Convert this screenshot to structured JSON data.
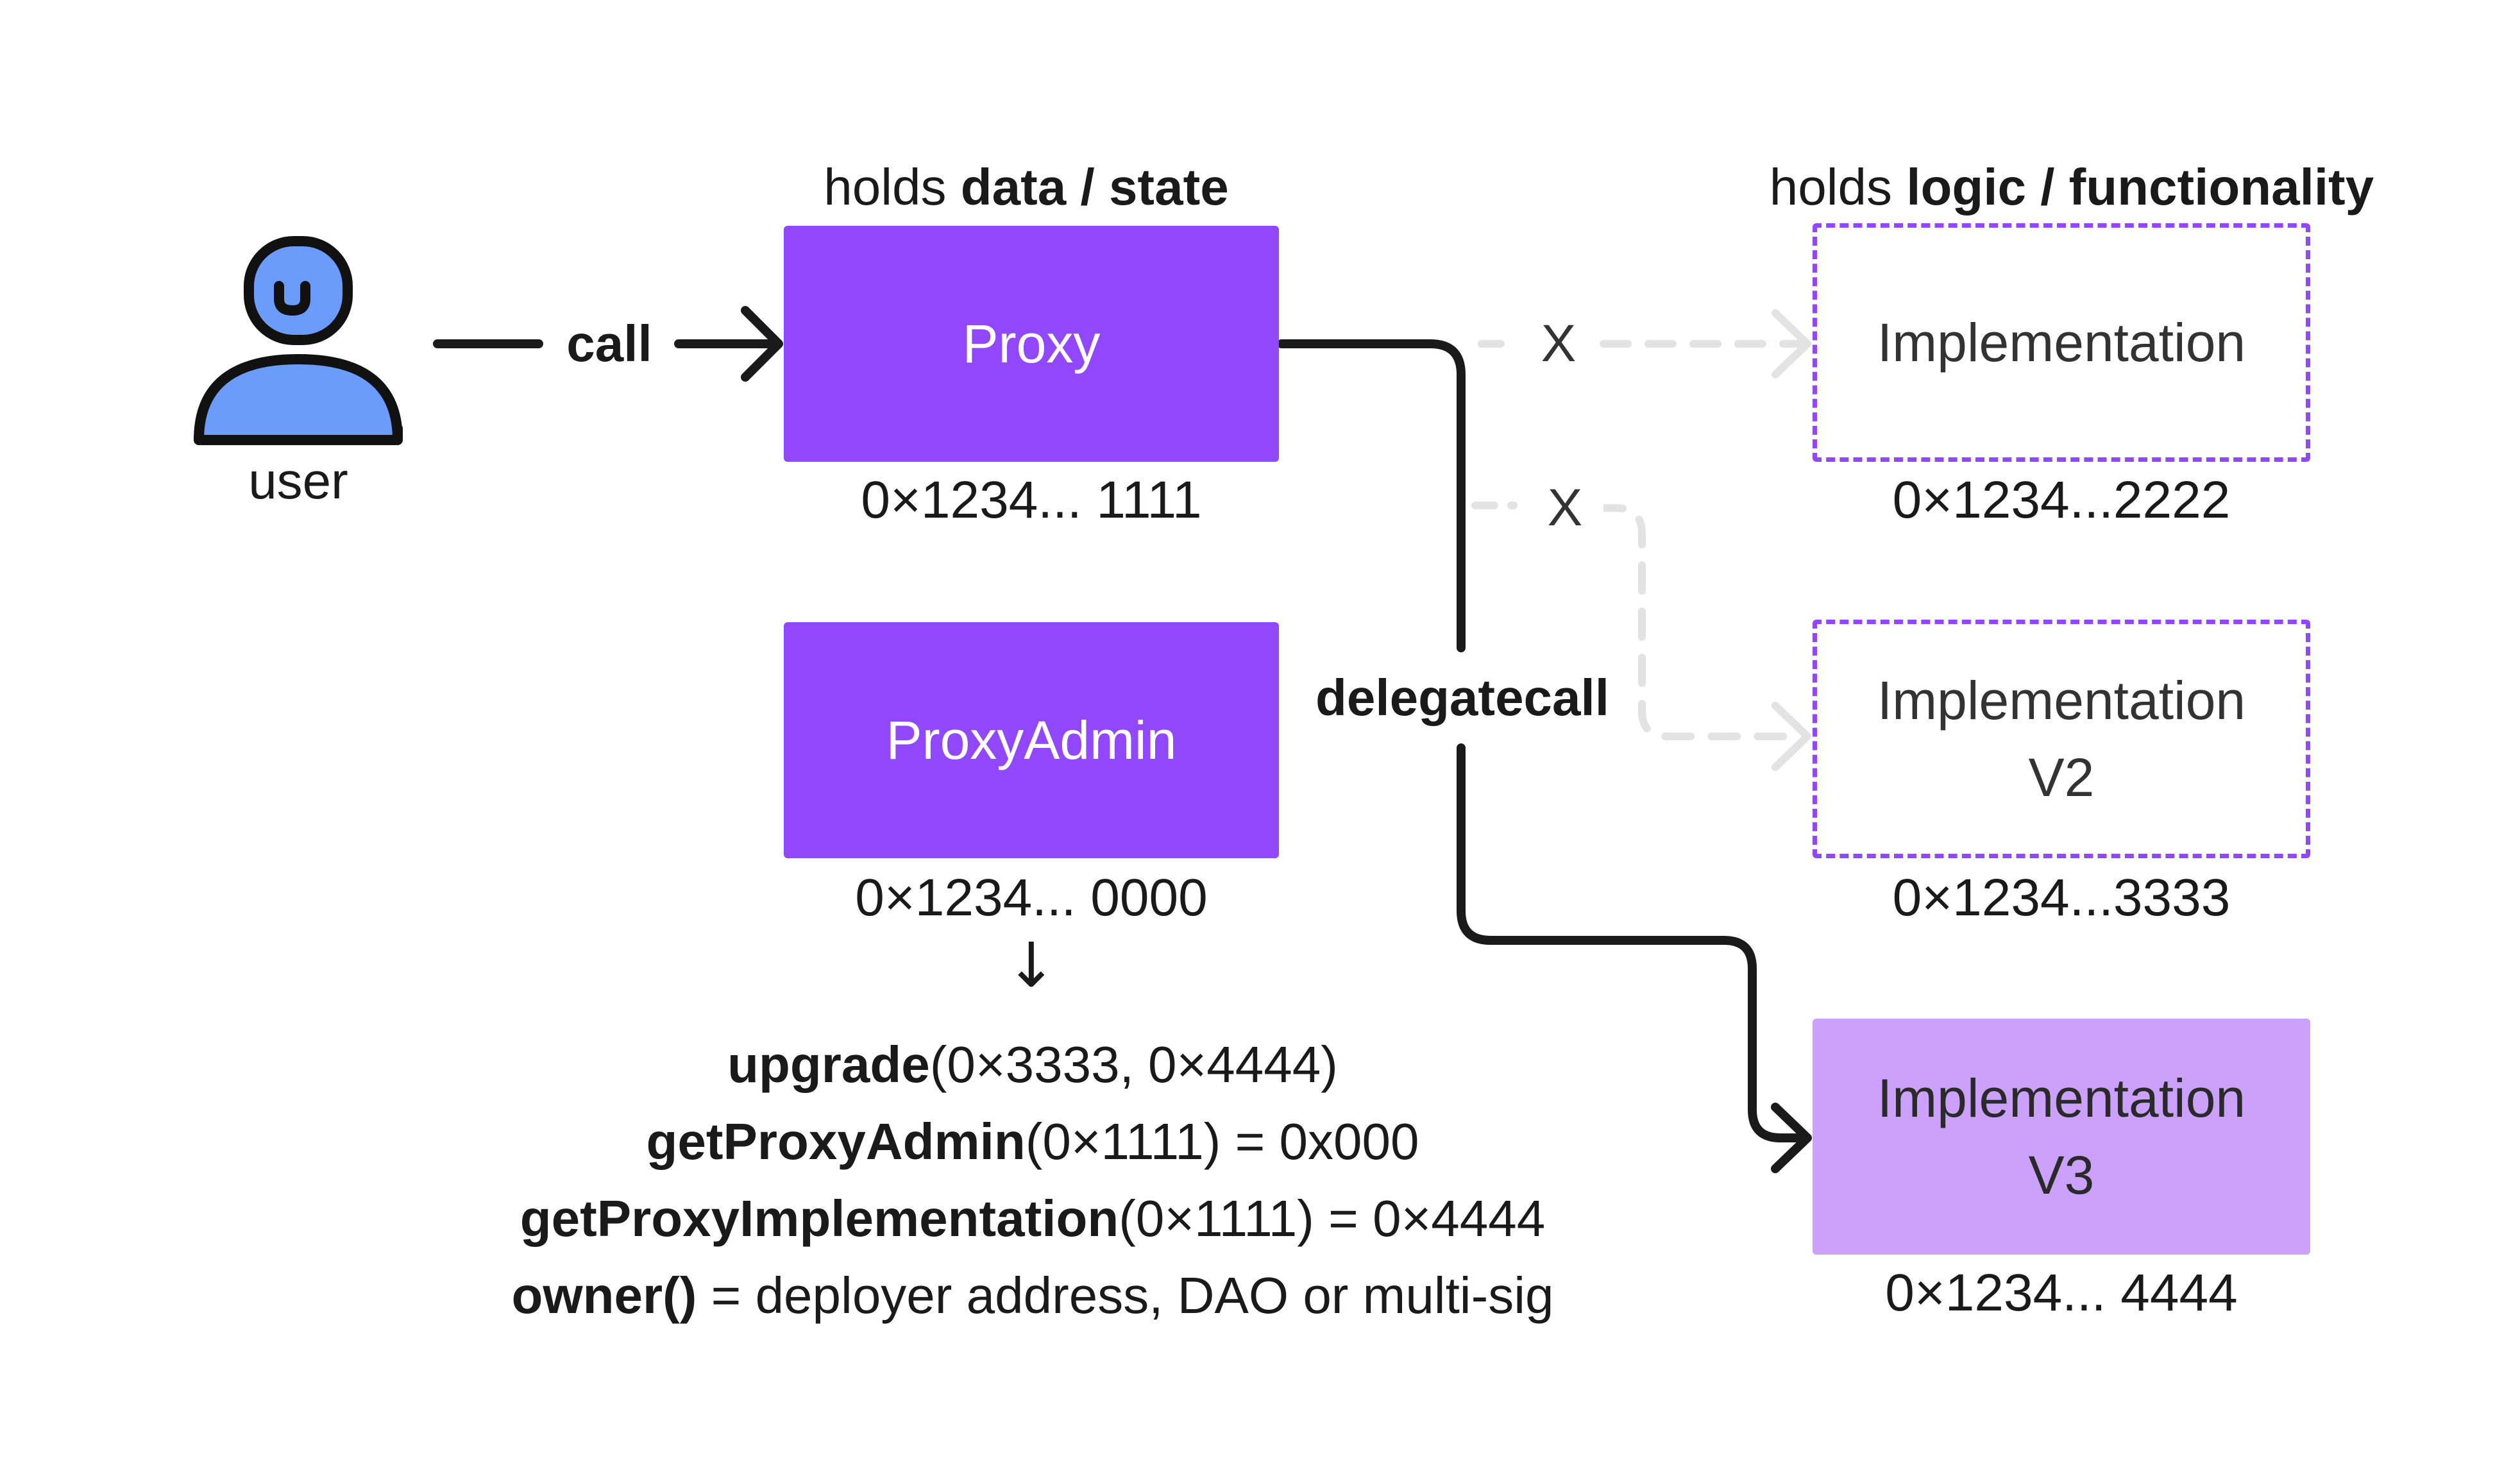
{
  "user": {
    "label": "user",
    "icon": "user-icon",
    "icon_fill": "#6c9cfb"
  },
  "edges": {
    "call_label": "call",
    "delegatecall_label": "delegatecall",
    "blocked_1_label": "X",
    "blocked_2_label": "X"
  },
  "headings": {
    "data_prefix": "holds ",
    "data_bold": "data / state",
    "logic_prefix": "holds ",
    "logic_bold": "logic / functionality"
  },
  "proxy": {
    "label": "Proxy",
    "address": "0×1234... 1111"
  },
  "proxy_admin": {
    "label": "ProxyAdmin",
    "address": "0×1234... 0000",
    "down_arrow": "↓",
    "functions": [
      {
        "name": "upgrade",
        "rest": "(0×3333, 0×4444)"
      },
      {
        "name": "getProxyAdmin",
        "rest": "(0×1111) = 0x000"
      },
      {
        "name": "getProxyImplementation",
        "rest": "(0×1111) = 0×4444"
      },
      {
        "name": "owner()",
        "rest": " = deployer address, DAO or multi-sig"
      }
    ]
  },
  "implementations": [
    {
      "line1": "Implementation",
      "line2": "",
      "address": "0×1234...2222",
      "style": "dashed"
    },
    {
      "line1": "Implementation",
      "line2": "V2",
      "address": "0×1234...3333",
      "style": "dashed"
    },
    {
      "line1": "Implementation",
      "line2": "V3",
      "address": "0×1234... 4444",
      "style": "light"
    }
  ],
  "colors": {
    "purple": "#9148fc",
    "light_purple": "#cba1fb",
    "user_blue": "#6c9cfb",
    "line": "#1a1a1a",
    "dashed_grey": "#e3e3e3"
  }
}
